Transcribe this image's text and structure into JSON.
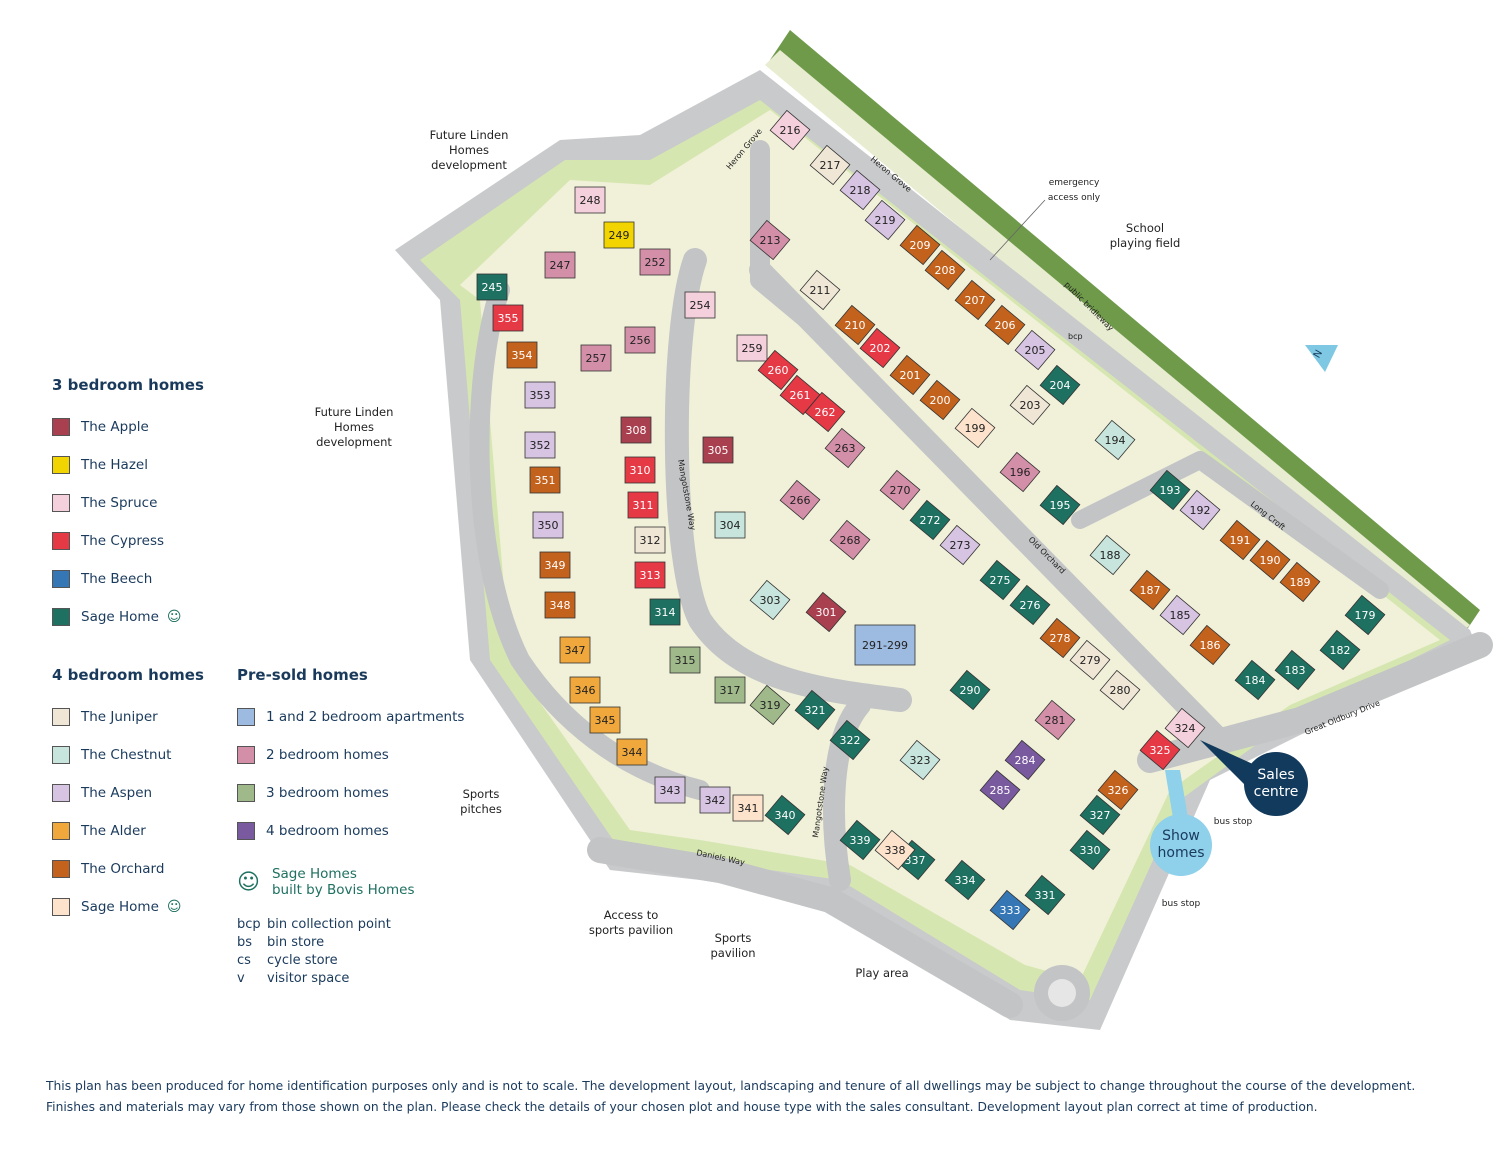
{
  "legend": {
    "three_bed": {
      "title": "3 bedroom homes",
      "items": [
        {
          "label": "The Apple",
          "color": "#a8404f"
        },
        {
          "label": "The Hazel",
          "color": "#f2d400"
        },
        {
          "label": "The Spruce",
          "color": "#f4cfdc"
        },
        {
          "label": "The Cypress",
          "color": "#e63946"
        },
        {
          "label": "The Beech",
          "color": "#3577b5"
        },
        {
          "label": "Sage Home",
          "color": "#1e7060",
          "icon": "owl-icon"
        }
      ]
    },
    "four_bed": {
      "title": "4 bedroom homes",
      "items": [
        {
          "label": "The Juniper",
          "color": "#efe6d6"
        },
        {
          "label": "The Chestnut",
          "color": "#c7e5dc"
        },
        {
          "label": "The Aspen",
          "color": "#d6c4e2"
        },
        {
          "label": "The Alder",
          "color": "#f0a83c"
        },
        {
          "label": "The Orchard",
          "color": "#c2621c"
        },
        {
          "label": "Sage Home",
          "color": "#fde3cc",
          "icon": "owl-icon"
        }
      ]
    },
    "pre_sold": {
      "title": "Pre-sold homes",
      "items": [
        {
          "label": "1 and 2 bedroom apartments",
          "color": "#9dbbe0"
        },
        {
          "label": "2 bedroom homes",
          "color": "#d48fa8"
        },
        {
          "label": "3 bedroom homes",
          "color": "#9fb98b"
        },
        {
          "label": "4 bedroom homes",
          "color": "#7a5a9e"
        }
      ]
    },
    "sage": {
      "line1": "Sage Homes",
      "line2": "built by Bovis Homes"
    },
    "abbreviations": [
      {
        "key": "bcp",
        "value": "bin collection point"
      },
      {
        "key": "bs",
        "value": "bin store"
      },
      {
        "key": "cs",
        "value": "cycle store"
      },
      {
        "key": "v",
        "value": "visitor space"
      }
    ]
  },
  "map_labels": {
    "future1": "Future Linden Homes development",
    "future2": "Future Linden Homes development",
    "school": "School playing field",
    "emergency": "emergency access only",
    "bridleway": "public bridleway",
    "sports_pitches": "Sports pitches",
    "access_pavilion": "Access to sports pavilion",
    "sports_pavilion": "Sports pavilion",
    "play_area": "Play area",
    "bus_stop_1": "bus stop",
    "bus_stop_2": "bus stop",
    "bcp": "bcp",
    "north": "N"
  },
  "roads": {
    "heron_grove_1": "Heron Grove",
    "heron_grove_2": "Heron Grove",
    "mangotstone_1": "Mangotstone Way",
    "mangotstone_2": "Mangotstone Way",
    "old_orchard": "Old Orchard",
    "long_croft": "Long Croft",
    "great_oldbury": "Great Oldbury Drive",
    "daniels_way": "Daniels Way"
  },
  "callouts": {
    "sales": "Sales centre",
    "show": "Show homes"
  },
  "plots": [
    {
      "n": "308",
      "c": "#a8404f"
    },
    {
      "n": "305",
      "c": "#a8404f"
    },
    {
      "n": "301",
      "c": "#a8404f"
    },
    {
      "n": "249",
      "c": "#f2d400"
    },
    {
      "n": "248",
      "c": "#f4cfdc"
    },
    {
      "n": "216",
      "c": "#f4cfdc"
    },
    {
      "n": "254",
      "c": "#f4cfdc"
    },
    {
      "n": "259",
      "c": "#f4cfdc"
    },
    {
      "n": "324",
      "c": "#f4cfdc"
    },
    {
      "n": "355",
      "c": "#e63946"
    },
    {
      "n": "310",
      "c": "#e63946"
    },
    {
      "n": "311",
      "c": "#e63946"
    },
    {
      "n": "313",
      "c": "#e63946"
    },
    {
      "n": "260",
      "c": "#e63946"
    },
    {
      "n": "261",
      "c": "#e63946"
    },
    {
      "n": "262",
      "c": "#e63946"
    },
    {
      "n": "202",
      "c": "#e63946"
    },
    {
      "n": "325",
      "c": "#e63946"
    },
    {
      "n": "333",
      "c": "#3577b5"
    },
    {
      "n": "245",
      "c": "#1e7060"
    },
    {
      "n": "314",
      "c": "#1e7060"
    },
    {
      "n": "272",
      "c": "#1e7060"
    },
    {
      "n": "275",
      "c": "#1e7060"
    },
    {
      "n": "276",
      "c": "#1e7060"
    },
    {
      "n": "290",
      "c": "#1e7060"
    },
    {
      "n": "204",
      "c": "#1e7060"
    },
    {
      "n": "195",
      "c": "#1e7060"
    },
    {
      "n": "193",
      "c": "#1e7060"
    },
    {
      "n": "184",
      "c": "#1e7060"
    },
    {
      "n": "183",
      "c": "#1e7060"
    },
    {
      "n": "182",
      "c": "#1e7060"
    },
    {
      "n": "179",
      "c": "#1e7060"
    },
    {
      "n": "322",
      "c": "#1e7060"
    },
    {
      "n": "339",
      "c": "#1e7060"
    },
    {
      "n": "337",
      "c": "#1e7060"
    },
    {
      "n": "334",
      "c": "#1e7060"
    },
    {
      "n": "331",
      "c": "#1e7060"
    },
    {
      "n": "330",
      "c": "#1e7060"
    },
    {
      "n": "327",
      "c": "#1e7060"
    },
    {
      "n": "321",
      "c": "#1e7060"
    },
    {
      "n": "340",
      "c": "#1e7060"
    },
    {
      "n": "217",
      "c": "#efe6d6"
    },
    {
      "n": "211",
      "c": "#efe6d6"
    },
    {
      "n": "203",
      "c": "#efe6d6"
    },
    {
      "n": "279",
      "c": "#efe6d6"
    },
    {
      "n": "280",
      "c": "#efe6d6"
    },
    {
      "n": "312",
      "c": "#efe6d6"
    },
    {
      "n": "194",
      "c": "#c7e5dc"
    },
    {
      "n": "188",
      "c": "#c7e5dc"
    },
    {
      "n": "303",
      "c": "#c7e5dc"
    },
    {
      "n": "304",
      "c": "#c7e5dc"
    },
    {
      "n": "323",
      "c": "#c7e5dc"
    },
    {
      "n": "353",
      "c": "#d6c4e2"
    },
    {
      "n": "352",
      "c": "#d6c4e2"
    },
    {
      "n": "350",
      "c": "#d6c4e2"
    },
    {
      "n": "218",
      "c": "#d6c4e2"
    },
    {
      "n": "219",
      "c": "#d6c4e2"
    },
    {
      "n": "205",
      "c": "#d6c4e2"
    },
    {
      "n": "273",
      "c": "#d6c4e2"
    },
    {
      "n": "185",
      "c": "#d6c4e2"
    },
    {
      "n": "192",
      "c": "#d6c4e2"
    },
    {
      "n": "343",
      "c": "#d6c4e2"
    },
    {
      "n": "342",
      "c": "#d6c4e2"
    },
    {
      "n": "347",
      "c": "#f0a83c"
    },
    {
      "n": "346",
      "c": "#f0a83c"
    },
    {
      "n": "345",
      "c": "#f0a83c"
    },
    {
      "n": "344",
      "c": "#f0a83c"
    },
    {
      "n": "354",
      "c": "#c2621c"
    },
    {
      "n": "351",
      "c": "#c2621c"
    },
    {
      "n": "349",
      "c": "#c2621c"
    },
    {
      "n": "348",
      "c": "#c2621c"
    },
    {
      "n": "210",
      "c": "#c2621c"
    },
    {
      "n": "201",
      "c": "#c2621c"
    },
    {
      "n": "200",
      "c": "#c2621c"
    },
    {
      "n": "209",
      "c": "#c2621c"
    },
    {
      "n": "208",
      "c": "#c2621c"
    },
    {
      "n": "207",
      "c": "#c2621c"
    },
    {
      "n": "206",
      "c": "#c2621c"
    },
    {
      "n": "187",
      "c": "#c2621c"
    },
    {
      "n": "186",
      "c": "#c2621c"
    },
    {
      "n": "191",
      "c": "#c2621c"
    },
    {
      "n": "190",
      "c": "#c2621c"
    },
    {
      "n": "189",
      "c": "#c2621c"
    },
    {
      "n": "278",
      "c": "#c2621c"
    },
    {
      "n": "326",
      "c": "#c2621c"
    },
    {
      "n": "199",
      "c": "#fde3cc"
    },
    {
      "n": "341",
      "c": "#fde3cc"
    },
    {
      "n": "338",
      "c": "#fde3cc"
    },
    {
      "n": "291-299",
      "c": "#9dbbe0"
    },
    {
      "n": "213",
      "c": "#d48fa8"
    },
    {
      "n": "247",
      "c": "#d48fa8"
    },
    {
      "n": "252",
      "c": "#d48fa8"
    },
    {
      "n": "256",
      "c": "#d48fa8"
    },
    {
      "n": "257",
      "c": "#d48fa8"
    },
    {
      "n": "263",
      "c": "#d48fa8"
    },
    {
      "n": "266",
      "c": "#d48fa8"
    },
    {
      "n": "268",
      "c": "#d48fa8"
    },
    {
      "n": "270",
      "c": "#d48fa8"
    },
    {
      "n": "196",
      "c": "#d48fa8"
    },
    {
      "n": "281",
      "c": "#d48fa8"
    },
    {
      "n": "315",
      "c": "#9fb98b"
    },
    {
      "n": "317",
      "c": "#9fb98b"
    },
    {
      "n": "319",
      "c": "#9fb98b"
    },
    {
      "n": "285",
      "c": "#7a5a9e"
    },
    {
      "n": "284",
      "c": "#7a5a9e"
    }
  ],
  "footer": {
    "line1": "This plan has been produced for home identification purposes only and is not to scale. The development layout, landscaping and tenure of all dwellings may be subject to change throughout the course of the development.",
    "line2": "Finishes and materials may vary from those shown on the plan. Please check the details of your chosen plot and house type with the sales consultant. Development layout plan correct at time of production."
  }
}
